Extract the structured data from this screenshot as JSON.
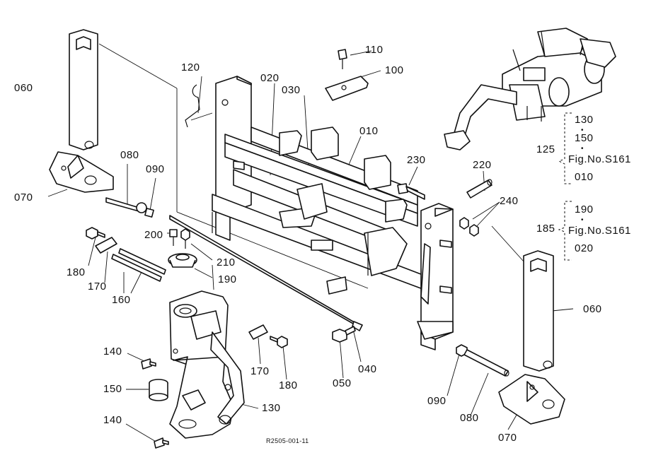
{
  "callouts": [
    {
      "id": "060_left",
      "text": "060"
    },
    {
      "id": "070_left",
      "text": "070"
    },
    {
      "id": "080_left",
      "text": "080"
    },
    {
      "id": "090_left",
      "text": "090"
    },
    {
      "id": "120",
      "text": "120"
    },
    {
      "id": "020",
      "text": "020"
    },
    {
      "id": "030",
      "text": "030"
    },
    {
      "id": "110",
      "text": "110"
    },
    {
      "id": "100",
      "text": "100"
    },
    {
      "id": "010",
      "text": "010"
    },
    {
      "id": "230",
      "text": "230"
    },
    {
      "id": "220",
      "text": "220"
    },
    {
      "id": "240",
      "text": "240"
    },
    {
      "id": "200",
      "text": "200"
    },
    {
      "id": "210",
      "text": "210"
    },
    {
      "id": "180_left",
      "text": "180"
    },
    {
      "id": "170_left",
      "text": "170"
    },
    {
      "id": "160",
      "text": "160"
    },
    {
      "id": "190",
      "text": "190"
    },
    {
      "id": "140_top",
      "text": "140"
    },
    {
      "id": "150",
      "text": "150"
    },
    {
      "id": "130",
      "text": "130"
    },
    {
      "id": "140_bottom",
      "text": "140"
    },
    {
      "id": "170_right",
      "text": "170"
    },
    {
      "id": "180_right",
      "text": "180"
    },
    {
      "id": "050",
      "text": "050"
    },
    {
      "id": "040",
      "text": "040"
    },
    {
      "id": "090_right",
      "text": "090"
    },
    {
      "id": "080_right",
      "text": "080"
    },
    {
      "id": "070_right",
      "text": "070"
    },
    {
      "id": "060_right",
      "text": "060"
    }
  ],
  "references": {
    "group_125": {
      "number": "125",
      "lines": [
        "130",
        "150",
        "Fig.No.S161",
        "010"
      ],
      "dot": "•"
    },
    "group_185": {
      "number": "185",
      "lines": [
        "190",
        "Fig.No.S161",
        "020"
      ],
      "dot": "•"
    }
  },
  "drawing_code": "R2505-001-11"
}
